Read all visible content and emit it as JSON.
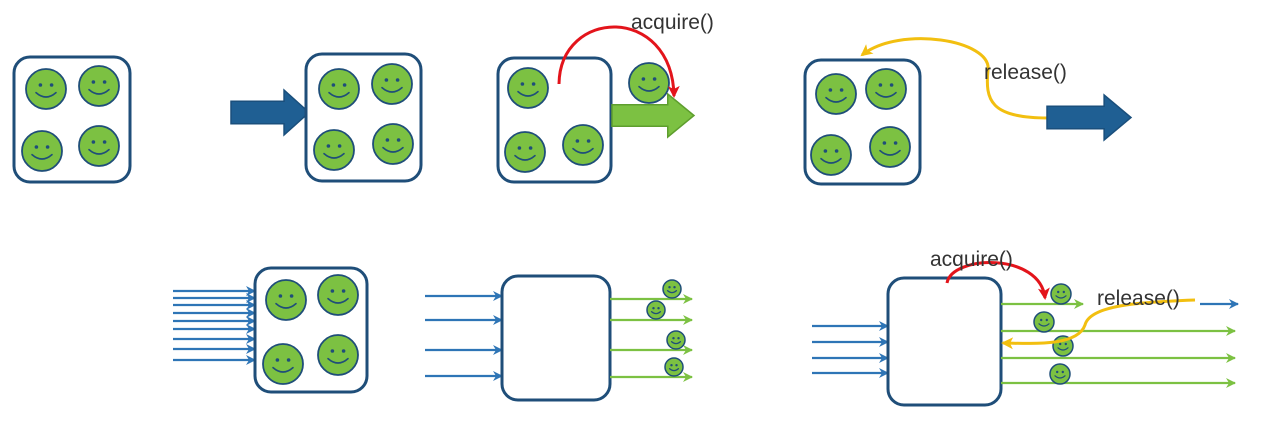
{
  "labels": {
    "acquire_top": "acquire()",
    "release_top": "release()",
    "acquire_bottom": "acquire()",
    "release_bottom": "release()"
  },
  "colors": {
    "box_stroke": "#1f4e79",
    "face_fill": "#7cc142",
    "face_stroke": "#1f4e79",
    "blue_arrow": "#1f5f93",
    "thread_blue": "#2e75b6",
    "thread_green": "#7cc142",
    "acquire_red": "#e3141b",
    "release_yellow": "#f2bf10"
  }
}
